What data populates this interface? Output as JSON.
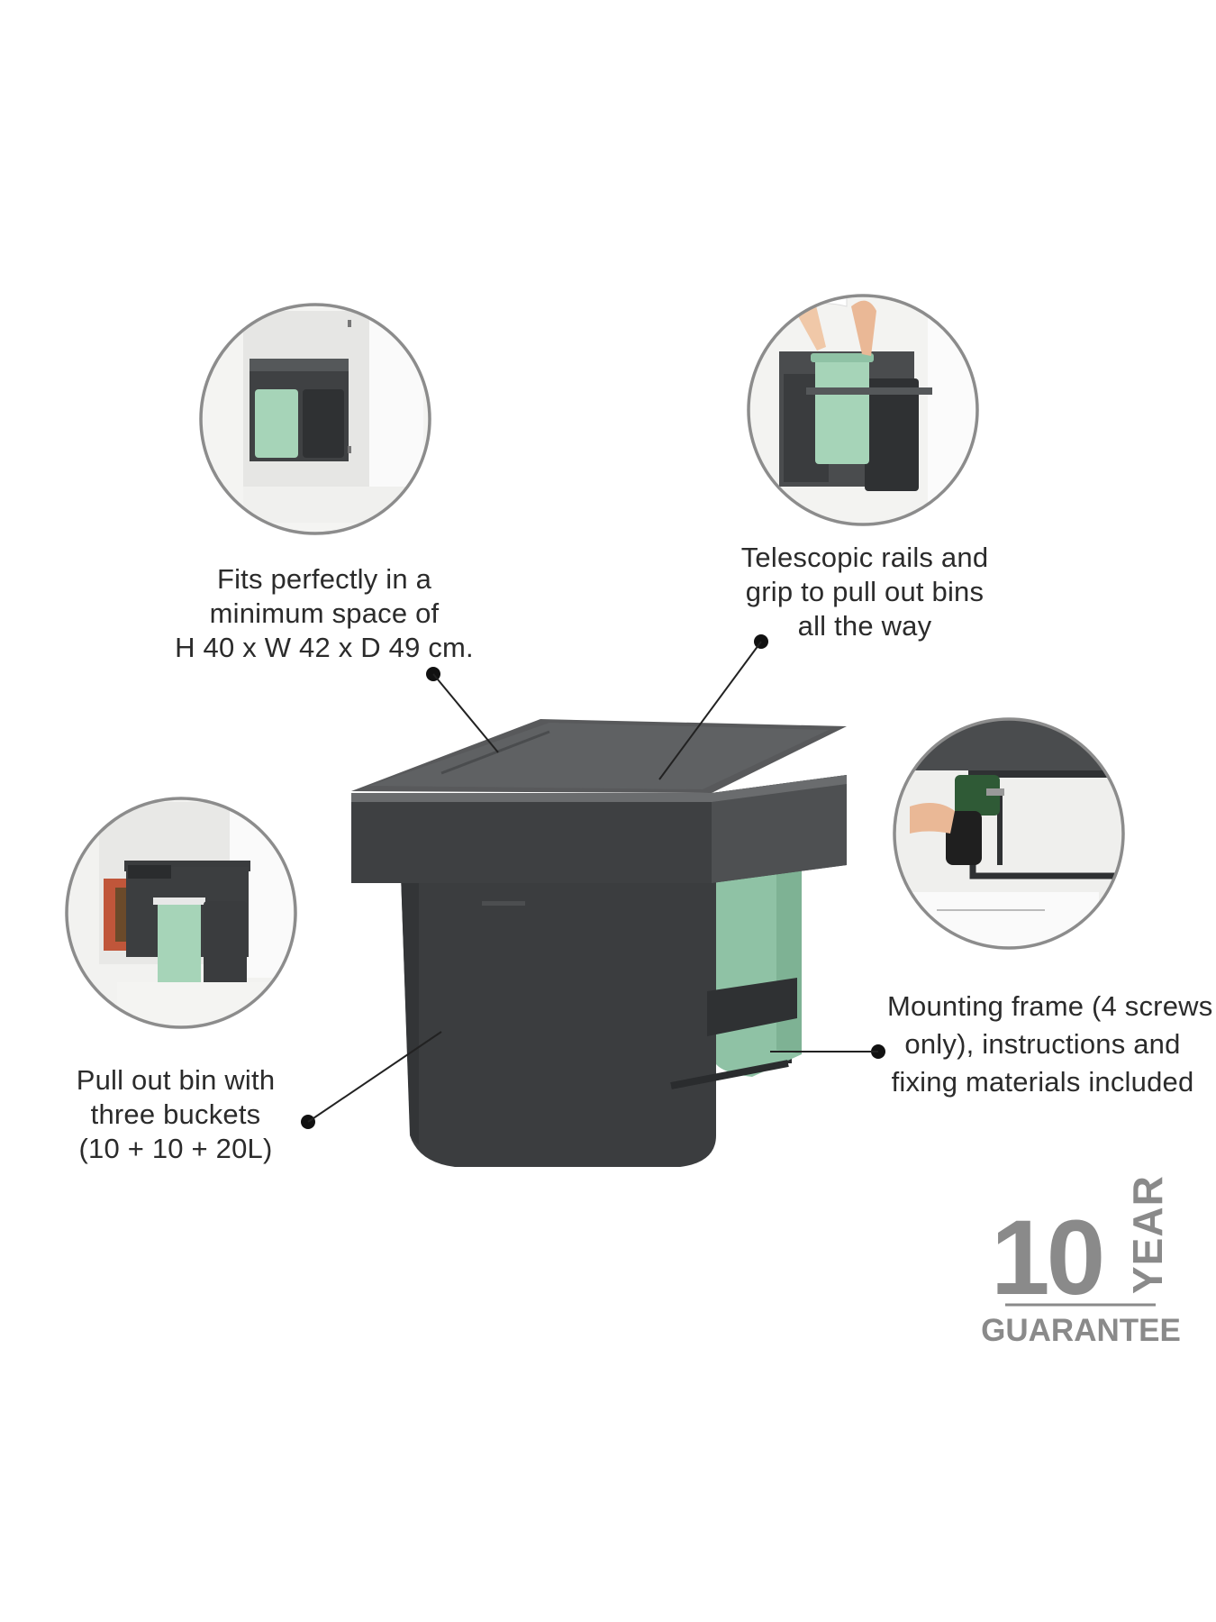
{
  "callouts": {
    "dimensions": {
      "line1": "Fits perfectly in a",
      "line2": "minimum space of",
      "line3": "H 40 x W 42 x D 49 cm."
    },
    "rails": {
      "line1": "Telescopic rails and",
      "line2": "grip to pull out bins",
      "line3": "all the way"
    },
    "frame": {
      "line1": "Mounting frame (4 screws",
      "line2": "only), instructions and",
      "line3": "fixing materials included"
    },
    "buckets": {
      "line1": "Pull out bin with",
      "line2": "three buckets",
      "line3": "(10 + 10 + 20L)"
    }
  },
  "guarantee_badge": {
    "number": "10",
    "unit": "YEAR",
    "label": "GUARANTEE"
  },
  "colors": {
    "bin_body": "#3c3e40",
    "bin_lid": "#4a4c4e",
    "bucket_mint": "#9fcfb3",
    "badge_grey": "#8a8a8a",
    "circle_border": "#8c8c8c"
  }
}
